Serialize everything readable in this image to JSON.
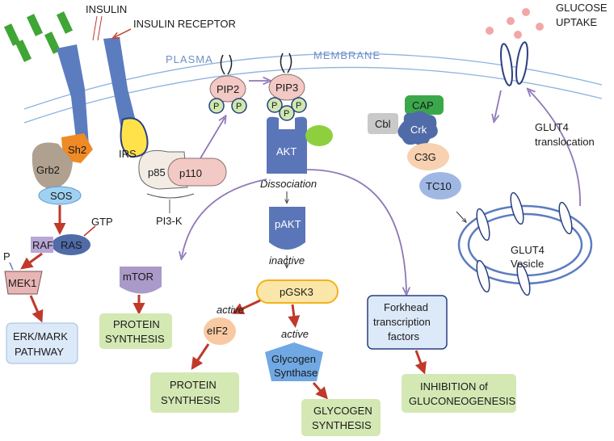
{
  "labels": {
    "insulin": "INSULIN",
    "insulin_receptor": "INSULIN RECEPTOR",
    "plasma": "PLASMA",
    "membrane": "MEMBRANE",
    "glucose_uptake_1": "GLUCOSE",
    "glucose_uptake_2": "UPTAKE",
    "glut4_translocation_1": "GLUT4",
    "glut4_translocation_2": "translocation",
    "glut4_vesicle_1": "GLUT4",
    "glut4_vesicle_2": "Vesicle",
    "sh2": "Sh2",
    "grb2": "Grb2",
    "sos": "SOS",
    "irs": "IRS",
    "p85": "p85",
    "p110": "p110",
    "pi3k": "PI3-K",
    "pip2": "PIP2",
    "pip3": "PIP3",
    "p": "P",
    "akt": "AKT",
    "dissociation": "Dissociation",
    "pakt": "pAKT",
    "gtp": "GTP",
    "raf": "RAF",
    "ras": "RAS",
    "mek1": "MEK1",
    "mtor": "mTOR",
    "inactive": "inactive",
    "pgsk3": "pGSK3",
    "active_1": "active",
    "active_2": "active",
    "eif2": "eIF2",
    "glycogen_synthase_1": "Glycogen",
    "glycogen_synthase_2": "Synthase",
    "cbl": "Cbl",
    "cap": "CAP",
    "crk": "Crk",
    "c3g": "C3G",
    "tc10": "TC10"
  },
  "boxes": {
    "erk_1": "ERK/MARK",
    "erk_2": "PATHWAY",
    "protein_synthesis_a_1": "PROTEIN",
    "protein_synthesis_a_2": "SYNTHESIS",
    "protein_synthesis_b_1": "PROTEIN",
    "protein_synthesis_b_2": "SYNTHESIS",
    "glycogen_synthesis_1": "GLYCOGEN",
    "glycogen_synthesis_2": "SYNTHESIS",
    "forkhead_1": "Forkhead",
    "forkhead_2": "transcription",
    "forkhead_3": "factors",
    "inhibition_1": "INHIBITION of",
    "inhibition_2": "GLUCONEOGENESIS"
  },
  "colors": {
    "insulin_green": "#3fa535",
    "receptor_blue": "#5b7cbf",
    "membrane_line": "#8fb3e0",
    "pip_pink": "#f2c9c4",
    "p_green": "#cfe8b0",
    "akt_blue": "#5b76b8",
    "mtor_purple": "#a99ac9",
    "pgsk3_yellow": "#fbe6a9",
    "eif2_orange": "#f8c9a2",
    "box_green": "#d4e8b4",
    "box_blue": "#dce9f8",
    "arrow_red": "#c0392b",
    "arrow_purple": "#9a7fbf",
    "glucose_pink": "#f2a7a7",
    "sh2_orange": "#f08a24",
    "cap_green": "#3aa84a"
  }
}
